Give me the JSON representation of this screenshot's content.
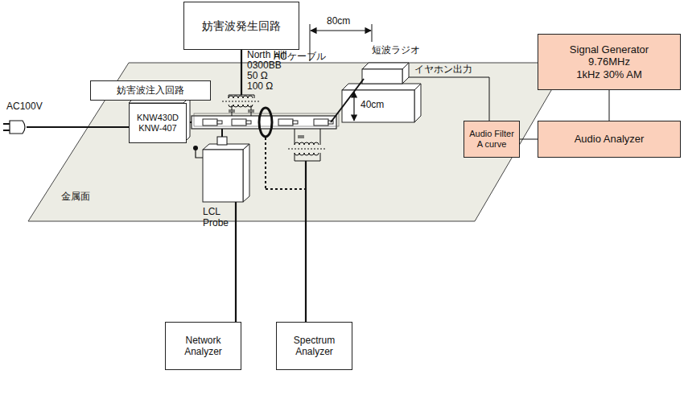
{
  "diagram": {
    "nodes": [
      {
        "text": [
          "妨害波発生回路"
        ]
      },
      {
        "text": [
          "妨害波注入回路"
        ]
      },
      {
        "text": [
          "KNW430D KNW-407"
        ]
      },
      {
        "text": [
          "Network Analyzer"
        ]
      },
      {
        "text": [
          "Spectrum Analyzer"
        ]
      },
      {
        "text": [
          "Audio Filter A curve"
        ]
      },
      {
        "text": [
          "Audio Analyzer"
        ]
      },
      {
        "text": [
          "Signal Generator",
          "9.76MHz",
          "1kHz 30% AM"
        ]
      }
    ],
    "edges": [
      {
        "from": 7,
        "to": 6,
        "arrow": "none"
      },
      {
        "from": 5,
        "to": 6,
        "arrow": "none"
      }
    ],
    "labels": [
      "North Hill",
      "0300BB",
      "50 Ω",
      "100 Ω",
      "AC100V",
      "金属面",
      "LCL Probe",
      "短波ラジオ",
      "ACケーブル",
      "イヤホン出力",
      "80cm",
      "40cm"
    ]
  }
}
